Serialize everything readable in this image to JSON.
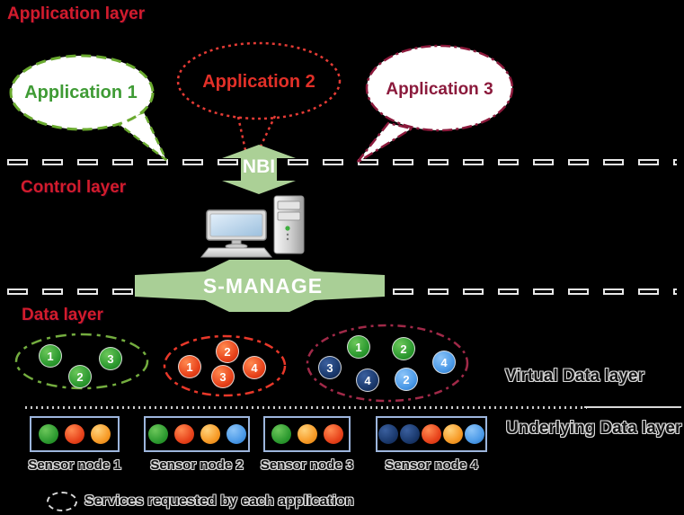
{
  "layers": {
    "application_label": "Application layer",
    "control_label": "Control layer",
    "data_label": "Data layer"
  },
  "applications": [
    {
      "label": "Application 1"
    },
    {
      "label": "Application 2"
    },
    {
      "label": "Application 3"
    }
  ],
  "interfaces": {
    "nbi_label": "NBI",
    "smanage_label": "S-MANAGE"
  },
  "virtual_data_layer": {
    "label": "Virtual Data layer",
    "groups": [
      {
        "services": [
          {
            "label": "1",
            "color": "green"
          },
          {
            "label": "2",
            "color": "green"
          },
          {
            "label": "3",
            "color": "green"
          }
        ]
      },
      {
        "services": [
          {
            "label": "1",
            "color": "red"
          },
          {
            "label": "2",
            "color": "red"
          },
          {
            "label": "3",
            "color": "red"
          },
          {
            "label": "4",
            "color": "red"
          }
        ]
      },
      {
        "services": [
          {
            "label": "1",
            "color": "green"
          },
          {
            "label": "2",
            "color": "green"
          },
          {
            "label": "4",
            "color": "lightblue"
          },
          {
            "label": "3",
            "color": "navy"
          },
          {
            "label": "4",
            "color": "navy"
          },
          {
            "label": "2",
            "color": "lightblue"
          }
        ]
      }
    ]
  },
  "underlying_data_layer": {
    "label": "Underlying Data layer",
    "sensor_nodes": [
      {
        "name": "Sensor node 1",
        "dots": [
          "green",
          "red",
          "orange"
        ]
      },
      {
        "name": "Sensor node 2",
        "dots": [
          "green",
          "red",
          "orange",
          "lightblue"
        ]
      },
      {
        "name": "Sensor node 3",
        "dots": [
          "green",
          "orange",
          "red"
        ]
      },
      {
        "name": "Sensor node 4",
        "dots": [
          "navy",
          "navy",
          "red",
          "orange",
          "lightblue"
        ]
      }
    ]
  },
  "legend": {
    "text": "Services requested by each application"
  },
  "colors": {
    "background": "#000000",
    "layer_title_red": "#d21c2c",
    "app1_green": "#3f9b35",
    "app2_red": "#e23028",
    "app3_maroon": "#8b1a3c",
    "arrow_green": "#a9cf96",
    "service_green": "#2e9b31",
    "service_red": "#e8441c",
    "service_orange": "#f79b28",
    "service_navy": "#16335f",
    "service_lightblue": "#4d9be8",
    "node_border_blue": "#9db6dd"
  }
}
